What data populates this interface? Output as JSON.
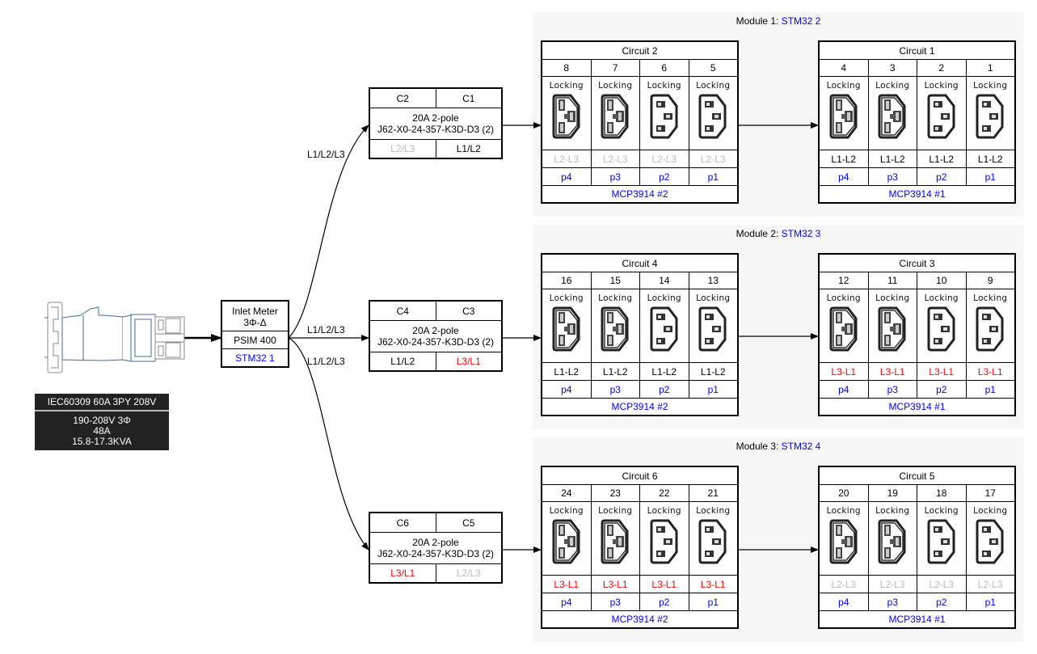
{
  "plug": {
    "icon": "iec60309-plug-icon",
    "title": "IEC60309 60A 3PY 208V",
    "lines": [
      "190-208V 3Φ",
      "48A",
      "15.8-17.3KVA"
    ]
  },
  "inlet_meter": {
    "title_line1": "Inlet Meter",
    "title_line2": "3Φ-Δ",
    "model": "PSIM 400",
    "controller": "STM32 1"
  },
  "feed_labels": [
    "L1/L2/L3",
    "L1/L2/L3",
    "L1/L2/L3"
  ],
  "colors": {
    "link_blue": "#0000ff",
    "phase_red": "#ff0000",
    "phase_gray": "#bbbbbb",
    "module_bg": "#f7f7f7",
    "plug_label_bg": "#222222"
  },
  "modules": [
    {
      "name": "Module 1",
      "controller": "STM32 2",
      "breaker": {
        "poles": [
          "C2",
          "C1"
        ],
        "rating": "20A 2-pole",
        "part": "J62-X0-24-357-K3D-D3 (2)",
        "phases": [
          {
            "text": "L2/L3",
            "color": "gray"
          },
          {
            "text": "L1/L2",
            "color": "black"
          }
        ]
      },
      "circuits": [
        {
          "name": "Circuit 2",
          "outlets": [
            {
              "num": "8",
              "type": "Locking",
              "icon": "c19-outlet-icon",
              "phase": "L2-L3",
              "pcolor": "gray",
              "port": "p4"
            },
            {
              "num": "7",
              "type": "Locking",
              "icon": "c19-outlet-icon",
              "phase": "L2-L3",
              "pcolor": "gray",
              "port": "p3"
            },
            {
              "num": "6",
              "type": "Locking",
              "icon": "c13-outlet-icon",
              "phase": "L2-L3",
              "pcolor": "gray",
              "port": "p2"
            },
            {
              "num": "5",
              "type": "Locking",
              "icon": "c13-outlet-icon",
              "phase": "L2-L3",
              "pcolor": "gray",
              "port": "p1"
            }
          ],
          "adc": "MCP3914 #2"
        },
        {
          "name": "Circuit 1",
          "outlets": [
            {
              "num": "4",
              "type": "Locking",
              "icon": "c19-outlet-icon",
              "phase": "L1-L2",
              "pcolor": "black",
              "port": "p4"
            },
            {
              "num": "3",
              "type": "Locking",
              "icon": "c19-outlet-icon",
              "phase": "L1-L2",
              "pcolor": "black",
              "port": "p3"
            },
            {
              "num": "2",
              "type": "Locking",
              "icon": "c13-outlet-icon",
              "phase": "L1-L2",
              "pcolor": "black",
              "port": "p2"
            },
            {
              "num": "1",
              "type": "Locking",
              "icon": "c13-outlet-icon",
              "phase": "L1-L2",
              "pcolor": "black",
              "port": "p1"
            }
          ],
          "adc": "MCP3914 #1"
        }
      ]
    },
    {
      "name": "Module 2",
      "controller": "STM32 3",
      "breaker": {
        "poles": [
          "C4",
          "C3"
        ],
        "rating": "20A 2-pole",
        "part": "J62-X0-24-357-K3D-D3 (2)",
        "phases": [
          {
            "text": "L1/L2",
            "color": "black"
          },
          {
            "text": "L3/L1",
            "color": "red"
          }
        ]
      },
      "circuits": [
        {
          "name": "Circuit 4",
          "outlets": [
            {
              "num": "16",
              "type": "Locking",
              "icon": "c19-outlet-icon",
              "phase": "L1-L2",
              "pcolor": "black",
              "port": "p4"
            },
            {
              "num": "15",
              "type": "Locking",
              "icon": "c19-outlet-icon",
              "phase": "L1-L2",
              "pcolor": "black",
              "port": "p3"
            },
            {
              "num": "14",
              "type": "Locking",
              "icon": "c13-outlet-icon",
              "phase": "L1-L2",
              "pcolor": "black",
              "port": "p2"
            },
            {
              "num": "13",
              "type": "Locking",
              "icon": "c13-outlet-icon",
              "phase": "L1-L2",
              "pcolor": "black",
              "port": "p1"
            }
          ],
          "adc": "MCP3914 #2"
        },
        {
          "name": "Circuit 3",
          "outlets": [
            {
              "num": "12",
              "type": "Locking",
              "icon": "c19-outlet-icon",
              "phase": "L3-L1",
              "pcolor": "red",
              "port": "p4"
            },
            {
              "num": "11",
              "type": "Locking",
              "icon": "c19-outlet-icon",
              "phase": "L3-L1",
              "pcolor": "red",
              "port": "p3"
            },
            {
              "num": "10",
              "type": "Locking",
              "icon": "c13-outlet-icon",
              "phase": "L3-L1",
              "pcolor": "red",
              "port": "p2"
            },
            {
              "num": "9",
              "type": "Locking",
              "icon": "c13-outlet-icon",
              "phase": "L3-L1",
              "pcolor": "red",
              "port": "p1"
            }
          ],
          "adc": "MCP3914 #1"
        }
      ]
    },
    {
      "name": "Module 3",
      "controller": "STM32 4",
      "breaker": {
        "poles": [
          "C6",
          "C5"
        ],
        "rating": "20A 2-pole",
        "part": "J62-X0-24-357-K3D-D3 (2)",
        "phases": [
          {
            "text": "L3/L1",
            "color": "red"
          },
          {
            "text": "L2/L3",
            "color": "gray"
          }
        ]
      },
      "circuits": [
        {
          "name": "Circuit 6",
          "outlets": [
            {
              "num": "24",
              "type": "Locking",
              "icon": "c19-outlet-icon",
              "phase": "L3-L1",
              "pcolor": "red",
              "port": "p4"
            },
            {
              "num": "23",
              "type": "Locking",
              "icon": "c19-outlet-icon",
              "phase": "L3-L1",
              "pcolor": "red",
              "port": "p3"
            },
            {
              "num": "22",
              "type": "Locking",
              "icon": "c13-outlet-icon",
              "phase": "L3-L1",
              "pcolor": "red",
              "port": "p2"
            },
            {
              "num": "21",
              "type": "Locking",
              "icon": "c13-outlet-icon",
              "phase": "L3-L1",
              "pcolor": "red",
              "port": "p1"
            }
          ],
          "adc": "MCP3914 #2"
        },
        {
          "name": "Circuit 5",
          "outlets": [
            {
              "num": "20",
              "type": "Locking",
              "icon": "c19-outlet-icon",
              "phase": "L2-L3",
              "pcolor": "gray",
              "port": "p4"
            },
            {
              "num": "19",
              "type": "Locking",
              "icon": "c19-outlet-icon",
              "phase": "L2-L3",
              "pcolor": "gray",
              "port": "p3"
            },
            {
              "num": "18",
              "type": "Locking",
              "icon": "c13-outlet-icon",
              "phase": "L2-L3",
              "pcolor": "gray",
              "port": "p2"
            },
            {
              "num": "17",
              "type": "Locking",
              "icon": "c13-outlet-icon",
              "phase": "L2-L3",
              "pcolor": "gray",
              "port": "p1"
            }
          ],
          "adc": "MCP3914 #1"
        }
      ]
    }
  ]
}
